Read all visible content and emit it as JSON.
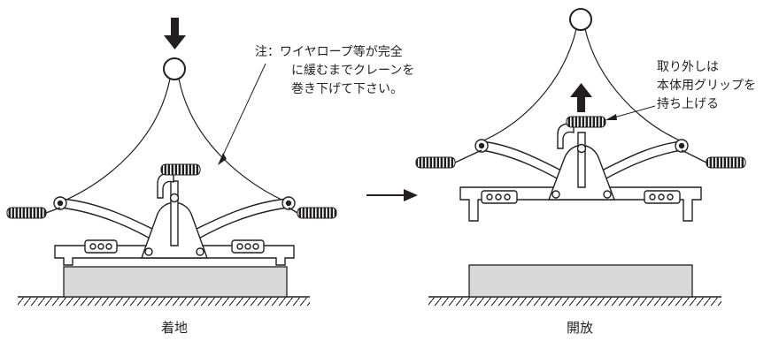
{
  "left_panel": {
    "note_line1": "注：ワイヤロープ等が完全",
    "note_line2": "に緩むまでクレーンを",
    "note_line3": "巻き下げて下さい。",
    "caption": "着地"
  },
  "right_panel": {
    "note_line1": "取り外しは",
    "note_line2": "本体用グリップを",
    "note_line3": "持ち上げる",
    "caption": "開放"
  },
  "colors": {
    "ink": "#231f20",
    "block_fill": "#d9d9d9",
    "background": "#ffffff"
  }
}
